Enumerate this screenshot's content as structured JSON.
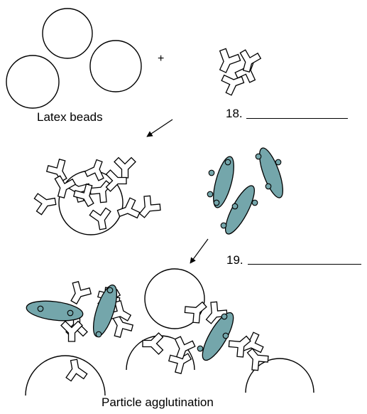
{
  "labels": {
    "latex_beads": "Latex beads",
    "q18": "18.",
    "q19": "19.",
    "particle_agglutination": "Particle agglutination"
  },
  "colors": {
    "antigen_fill": "#74a6ab",
    "stroke": "#000000",
    "background": "#ffffff"
  },
  "symbols": {
    "plus": "+"
  }
}
